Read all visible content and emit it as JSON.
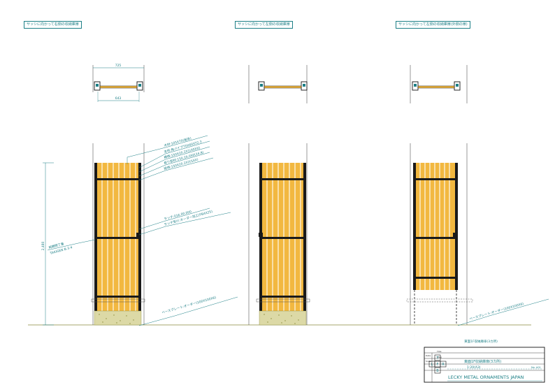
{
  "view_titles": [
    "サッシに向かって右側の収納庫扉",
    "サッシに向かって左側の収納庫扉",
    "サッシに向かって左側の収納庫扉(外側の扉)"
  ],
  "plan_dims": {
    "top": "725",
    "bottom": "643"
  },
  "height_dim": "2,480",
  "callouts": [
    "木材:105X70(板体)",
    "支柱:角パイプ70X60XT2.3",
    "横桟:150X20.2X1(40XX)",
    "板り部材:150.20.050(24.8)",
    "縦桟:150X20.2X2(5XX)",
    "ラッチ:016.00.000",
    "ラッチ受け:オーダー加工(FB4X25)"
  ],
  "hinge_note": {
    "name": "両開閉丁番",
    "code": "TAKIGEN B-3-4"
  },
  "base_plate_label": "ベースプレート:オーダー(100X100X6)",
  "sheet_caption": "東面1F収納庫扉(3カ所)",
  "title_block": {
    "small_rows": [
      "Date",
      "Scale",
      "Title",
      "Dwg"
    ],
    "drawing_title": "東面1F収納庫扉(3カ所)",
    "scale_text": "1:20(A3)",
    "scale_side": "No. A01",
    "letters": [
      "T",
      "L",
      "F",
      "R",
      "B"
    ],
    "company": "LECKY METAL ORNAMENTS JAPAN"
  },
  "colors": {
    "line": "#1c7f86",
    "wood": "#f2b840",
    "steel": "#1a1a1a",
    "ground": "#dcd9a6"
  }
}
